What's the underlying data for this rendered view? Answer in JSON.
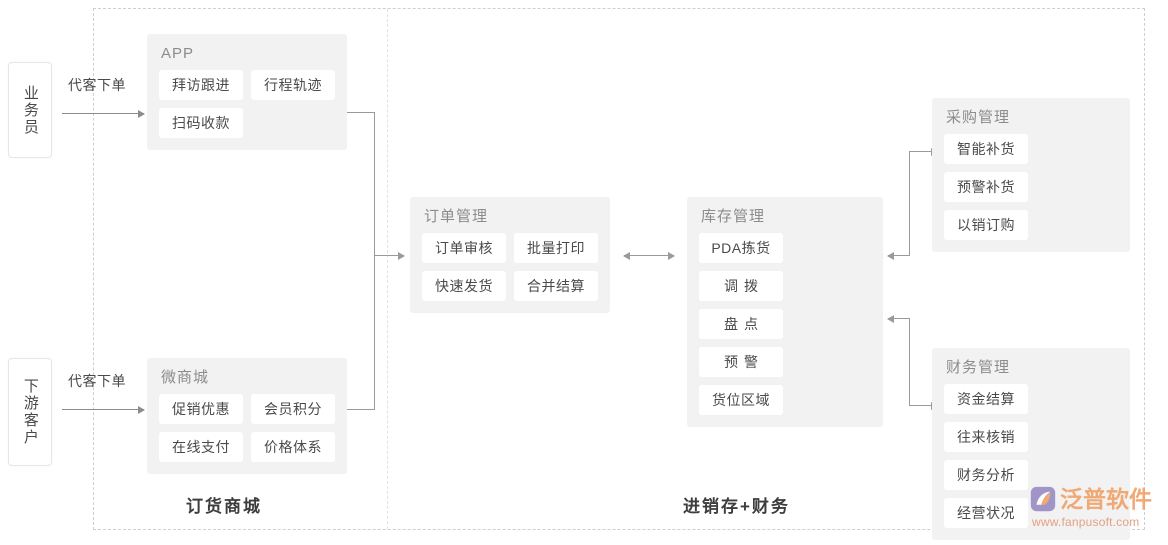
{
  "diagram": {
    "actors": [
      {
        "name": "salesman",
        "label": "业务员"
      },
      {
        "name": "customer",
        "label": "下游客户"
      }
    ],
    "flows": [
      {
        "name": "salesman-to-app",
        "label": "代客下单"
      },
      {
        "name": "customer-to-mall",
        "label": "代客下单"
      }
    ],
    "modules": {
      "app": {
        "title": "APP",
        "chips": [
          "拜访跟进",
          "行程轨迹",
          "扫码收款"
        ]
      },
      "mall": {
        "title": "微商城",
        "chips": [
          "促销优惠",
          "会员积分",
          "在线支付",
          "价格体系"
        ]
      },
      "order": {
        "title": "订单管理",
        "chips": [
          "订单审核",
          "批量打印",
          "快速发货",
          "合并结算"
        ]
      },
      "stock": {
        "title": "库存管理",
        "chips": [
          "PDA拣货",
          "调拨",
          "盘点",
          "预警",
          "货位区域"
        ]
      },
      "purchase": {
        "title": "采购管理",
        "chips": [
          "智能补货",
          "预警补货",
          "以销订购"
        ]
      },
      "finance": {
        "title": "财务管理",
        "chips": [
          "资金结算",
          "往来核销",
          "财务分析",
          "经营状况"
        ]
      }
    },
    "sections": [
      {
        "name": "order-mall-section",
        "label": "订货商城"
      },
      {
        "name": "erp-finance-section",
        "label": "进销存+财务"
      }
    ]
  },
  "watermark": {
    "brand": "泛普软件",
    "url": "www.fanpusoft.com"
  },
  "colors": {
    "panel_bg": "#f2f2f2",
    "chip_bg": "#ffffff",
    "text": "#4a4a4a",
    "title": "#8c8c8c",
    "connector": "#9a9a9a",
    "dashed_border": "#cfcfcf",
    "logo_orange": "#f0a26a",
    "logo_purple": "#9b8ec4"
  }
}
